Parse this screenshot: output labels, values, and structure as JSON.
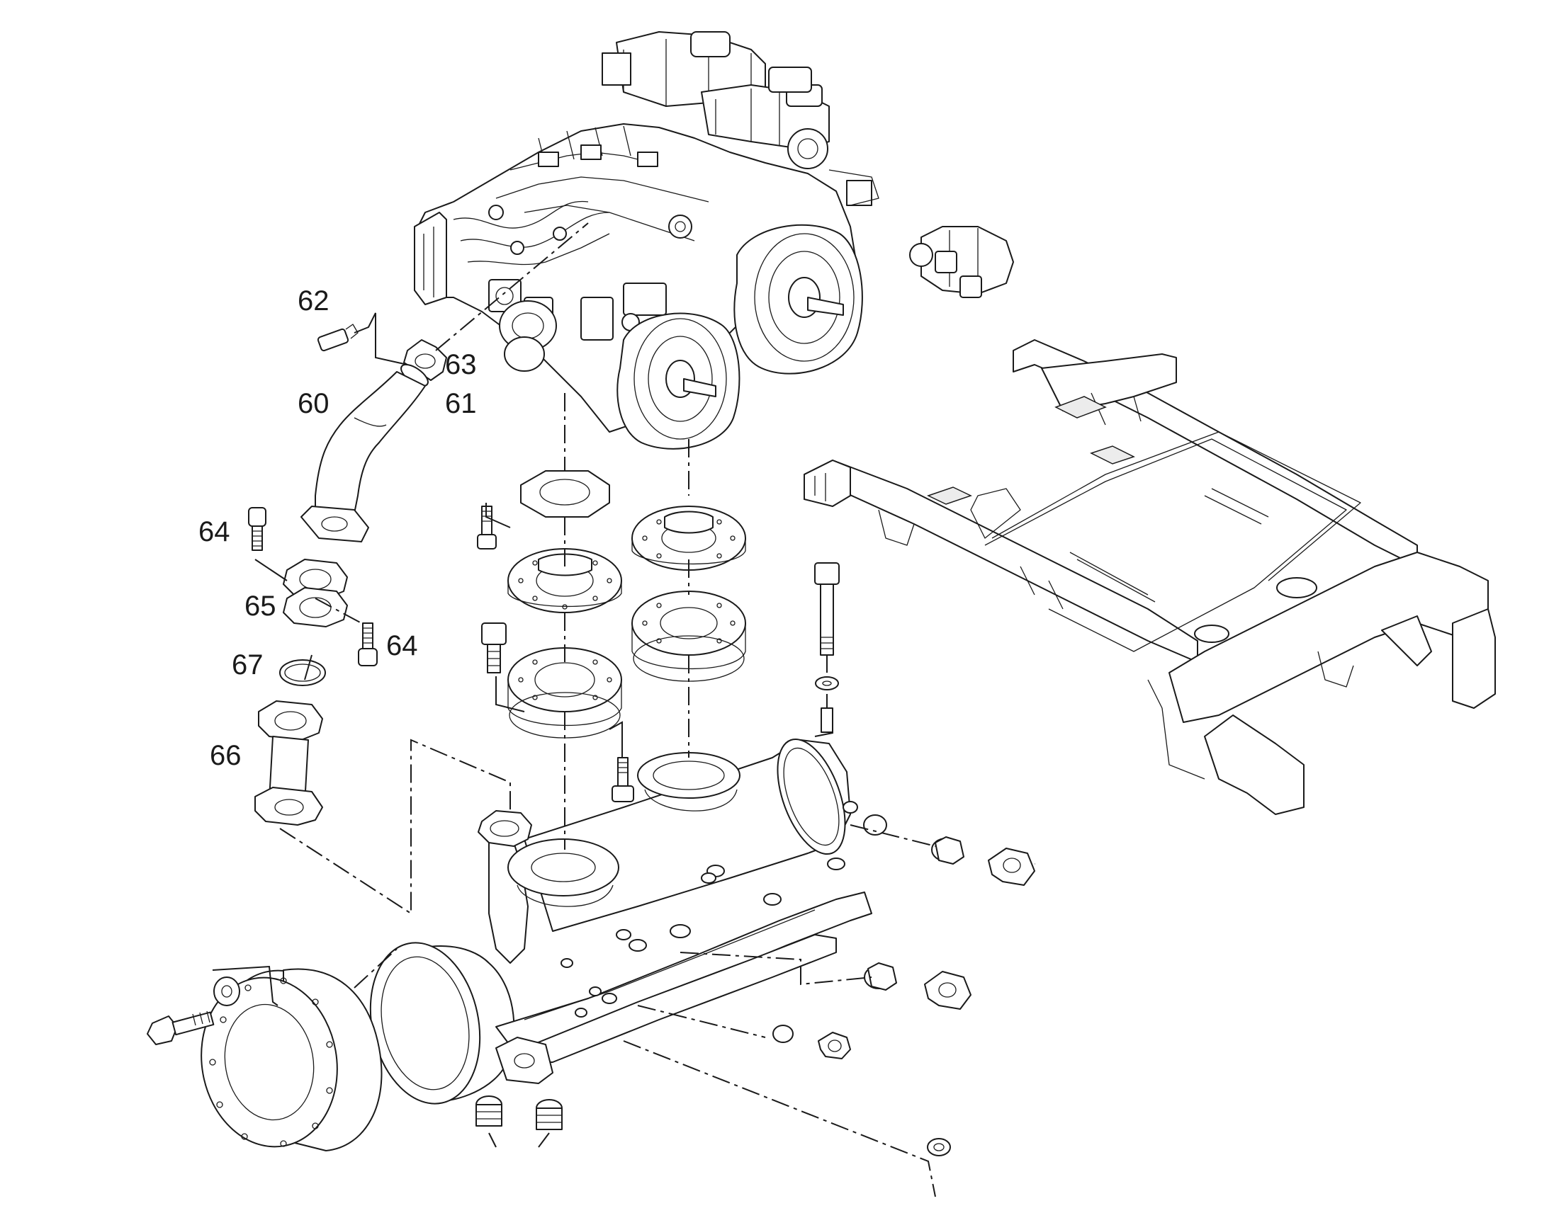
{
  "diagram": {
    "callouts": {
      "c60": "60",
      "c61": "61",
      "c62": "62",
      "c63": "63",
      "c64a": "64",
      "c64b": "64",
      "c65": "65",
      "c66": "66",
      "c67": "67"
    },
    "colors": {
      "line": "#1a1a1a",
      "background": "#ffffff",
      "shade": "#ececec"
    }
  }
}
